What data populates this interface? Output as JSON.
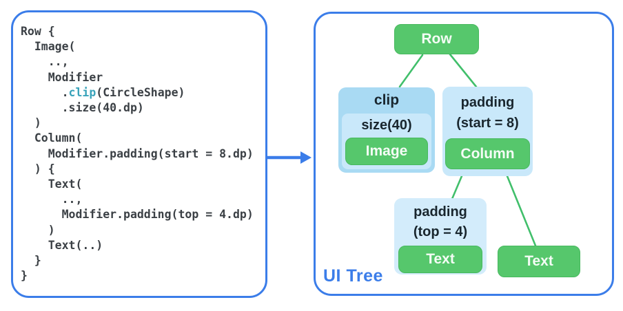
{
  "code_panel": {
    "lines": [
      {
        "segments": [
          {
            "t": "Row {"
          }
        ]
      },
      {
        "segments": [
          {
            "t": "  Image("
          }
        ]
      },
      {
        "segments": [
          {
            "t": "    ..,"
          }
        ]
      },
      {
        "segments": [
          {
            "t": "    Modifier"
          }
        ]
      },
      {
        "segments": [
          {
            "t": "      ."
          },
          {
            "t": "clip",
            "hl": true
          },
          {
            "t": "(CircleShape)"
          }
        ]
      },
      {
        "segments": [
          {
            "t": "      .size(40.dp)"
          }
        ]
      },
      {
        "segments": [
          {
            "t": "  )"
          }
        ]
      },
      {
        "segments": [
          {
            "t": "  Column("
          }
        ]
      },
      {
        "segments": [
          {
            "t": "    Modifier.padding(start = 8.dp)"
          }
        ]
      },
      {
        "segments": [
          {
            "t": "  ) {"
          }
        ]
      },
      {
        "segments": [
          {
            "t": "    Text("
          }
        ]
      },
      {
        "segments": [
          {
            "t": "      ..,"
          }
        ]
      },
      {
        "segments": [
          {
            "t": "      Modifier.padding(top = 4.dp)"
          }
        ]
      },
      {
        "segments": [
          {
            "t": "    )"
          }
        ]
      },
      {
        "segments": [
          {
            "t": "    Text(..)"
          }
        ]
      },
      {
        "segments": [
          {
            "t": "  }"
          }
        ]
      },
      {
        "segments": [
          {
            "t": "}"
          }
        ]
      }
    ]
  },
  "tree_panel": {
    "label": "UI Tree",
    "root_label": "Row",
    "clip_card": {
      "title": "clip",
      "size_card": {
        "title": "size(40)",
        "node_label": "Image"
      }
    },
    "padding_start_card": {
      "title": "padding",
      "subtitle": "(start = 8)",
      "node_label": "Column"
    },
    "padding_top_card": {
      "title": "padding",
      "subtitle": "(top = 4)",
      "node_label": "Text"
    },
    "text_node_label": "Text"
  },
  "colors": {
    "accent_blue": "#3b7de9",
    "node_green": "#56c76c",
    "edge_green": "#41bf6b",
    "card_blue_strong": "#a9daf3",
    "card_blue_light": "#c9e8fa",
    "card_blue_lighter": "#d3ecfb",
    "code_text": "#3b4045",
    "clip_keyword_teal": "#38a3ba"
  }
}
